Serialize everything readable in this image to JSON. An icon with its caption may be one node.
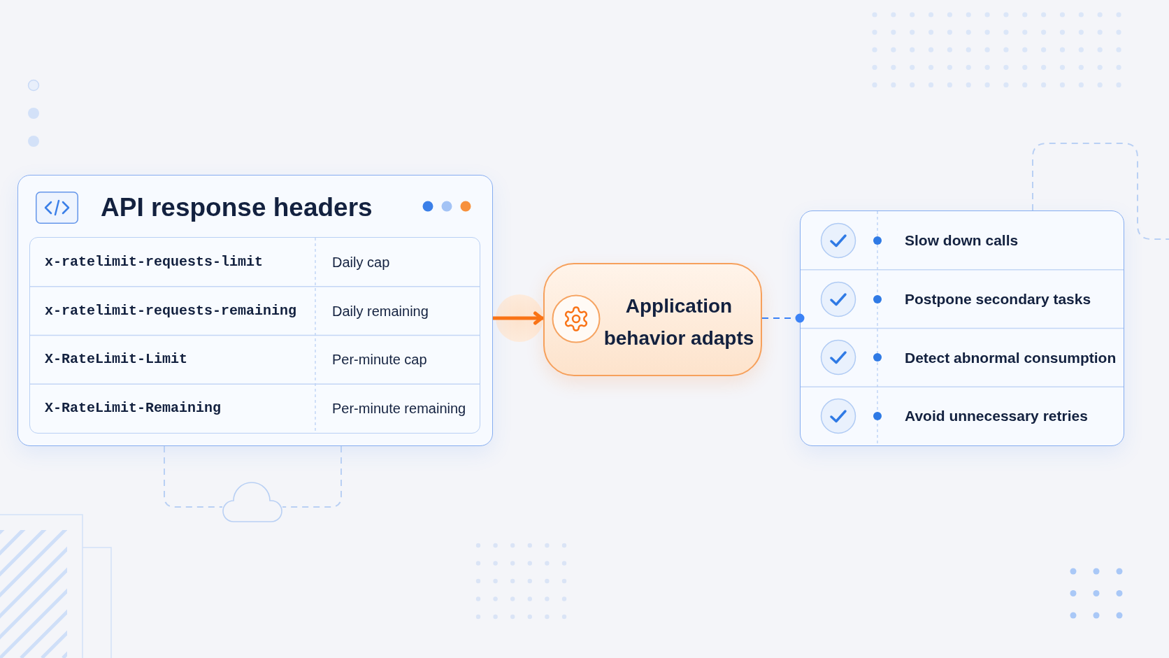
{
  "diagram": {
    "nodes": [
      {
        "text": [
          "API response headers"
        ]
      },
      {
        "text": [
          "x-ratelimit-requests-limit",
          "Daily cap",
          "x-ratelimit-requests-remaining",
          "Daily remaining",
          "X-RateLimit-Limit",
          "Per-minute cap",
          "X-RateLimit-Remaining",
          "Per-minute remaining"
        ],
        "in": 0
      },
      {
        "text": [
          "Application behavior adapts"
        ]
      },
      {
        "text": [
          "Slow down calls",
          "Postpone secondary tasks",
          "Detect abnormal consumption",
          "Avoid unnecessary retries"
        ]
      },
      {
        "text": [],
        "shape": "cloud"
      }
    ],
    "edges": [
      {
        "from": 0,
        "to": 2,
        "arrow": "to",
        "style": "thick",
        "color": "#f97316"
      },
      {
        "from": 2,
        "to": 3,
        "arrow": "other",
        "style": "dashed",
        "color": "#3b82f6"
      },
      {
        "from": 0,
        "to": 4,
        "arrow": "none",
        "style": "dashed",
        "color": "#b9d0f4"
      },
      {
        "from": 0,
        "to": 4,
        "arrow": "none",
        "style": "dashed",
        "color": "#b9d0f4"
      },
      {
        "from": 3,
        "to": null,
        "arrow": "none",
        "style": "dashed",
        "color": "#b9d0f4"
      }
    ]
  }
}
